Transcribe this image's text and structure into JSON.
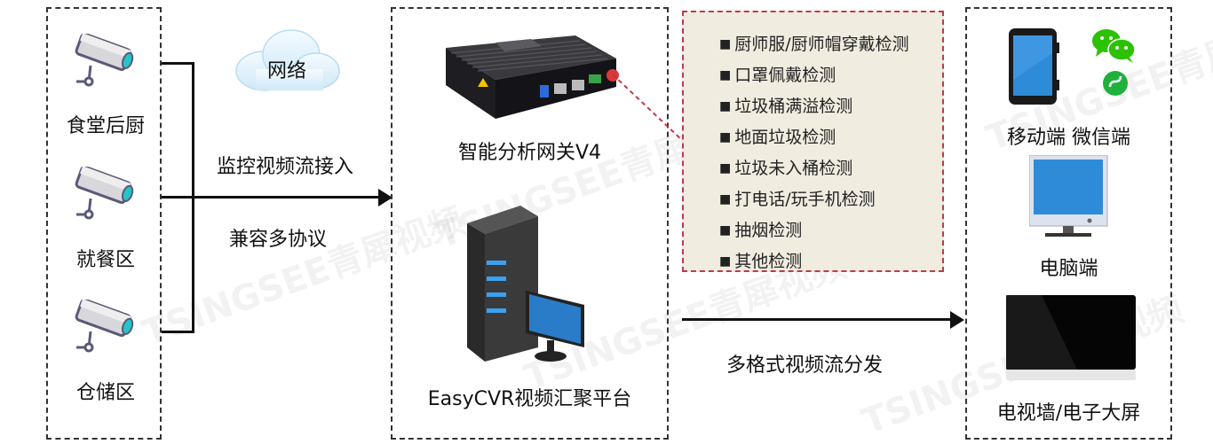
{
  "sources": {
    "items": [
      {
        "label": "食堂后厨",
        "icon": "cctv-camera-icon"
      },
      {
        "label": "就餐区",
        "icon": "cctv-camera-icon"
      },
      {
        "label": "仓储区",
        "icon": "cctv-camera-icon"
      }
    ]
  },
  "network": {
    "cloud_label": "网络",
    "stream_label": "监控视频流接入",
    "protocol_label": "兼容多协议"
  },
  "platform": {
    "gateway_label": "智能分析网关V4",
    "server_label": "EasyCVR视频汇聚平台"
  },
  "detections": {
    "items": [
      "厨师服/厨师帽穿戴检测",
      "口罩佩戴检测",
      "垃圾桶满溢检测",
      "地面垃圾检测",
      "垃圾未入桶检测",
      "打电话/玩手机检测",
      "抽烟检测",
      "其他检测"
    ]
  },
  "distribution": {
    "label": "多格式视频流分发"
  },
  "clients": {
    "mobile_wechat_label": "移动端  微信端",
    "pc_label": "电脑端",
    "tv_label": "电视墙/电子大屏"
  },
  "watermark": {
    "text": "TSINGSEE青犀视频"
  },
  "colors": {
    "detect_bg": "#f1ece0",
    "detect_border": "#c0394a",
    "wechat_green": "#2dc100",
    "screen_blue": "#2e8bd8"
  }
}
